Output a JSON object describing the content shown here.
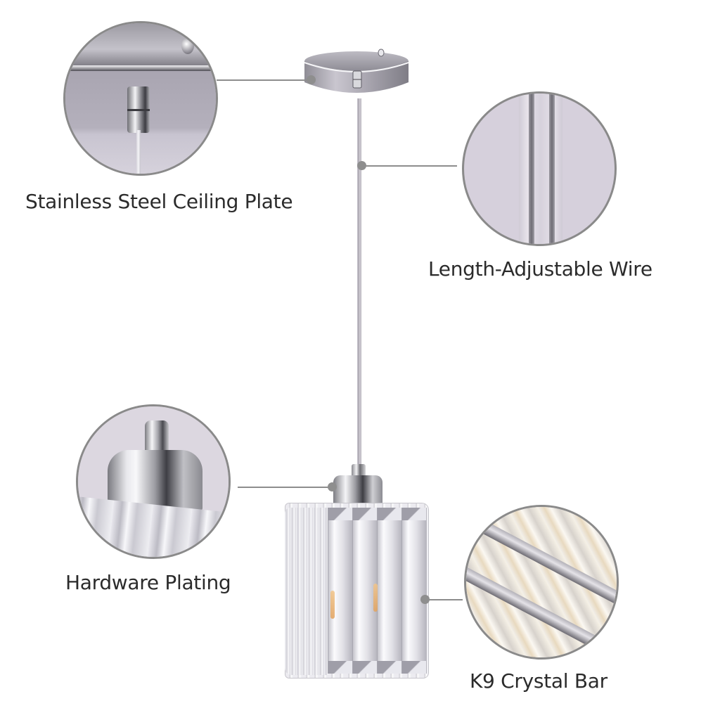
{
  "infographic": {
    "product": "Crystal pendant light",
    "background_color": "#ffffff",
    "text_color": "#2b2b2b",
    "connector_color": "#8d8d8d",
    "callouts": [
      {
        "id": "ceiling-plate",
        "label": "Stainless Steel Ceiling Plate",
        "icon": "ceiling-plate-detail",
        "position": "top-left"
      },
      {
        "id": "wire",
        "label": "Length-Adjustable Wire",
        "icon": "wire-detail",
        "position": "top-right"
      },
      {
        "id": "hardware",
        "label": "Hardware Plating",
        "icon": "hardware-plating-detail",
        "position": "bottom-left"
      },
      {
        "id": "crystal",
        "label": "K9 Crystal Bar",
        "icon": "crystal-bar-detail",
        "position": "bottom-right"
      }
    ]
  }
}
